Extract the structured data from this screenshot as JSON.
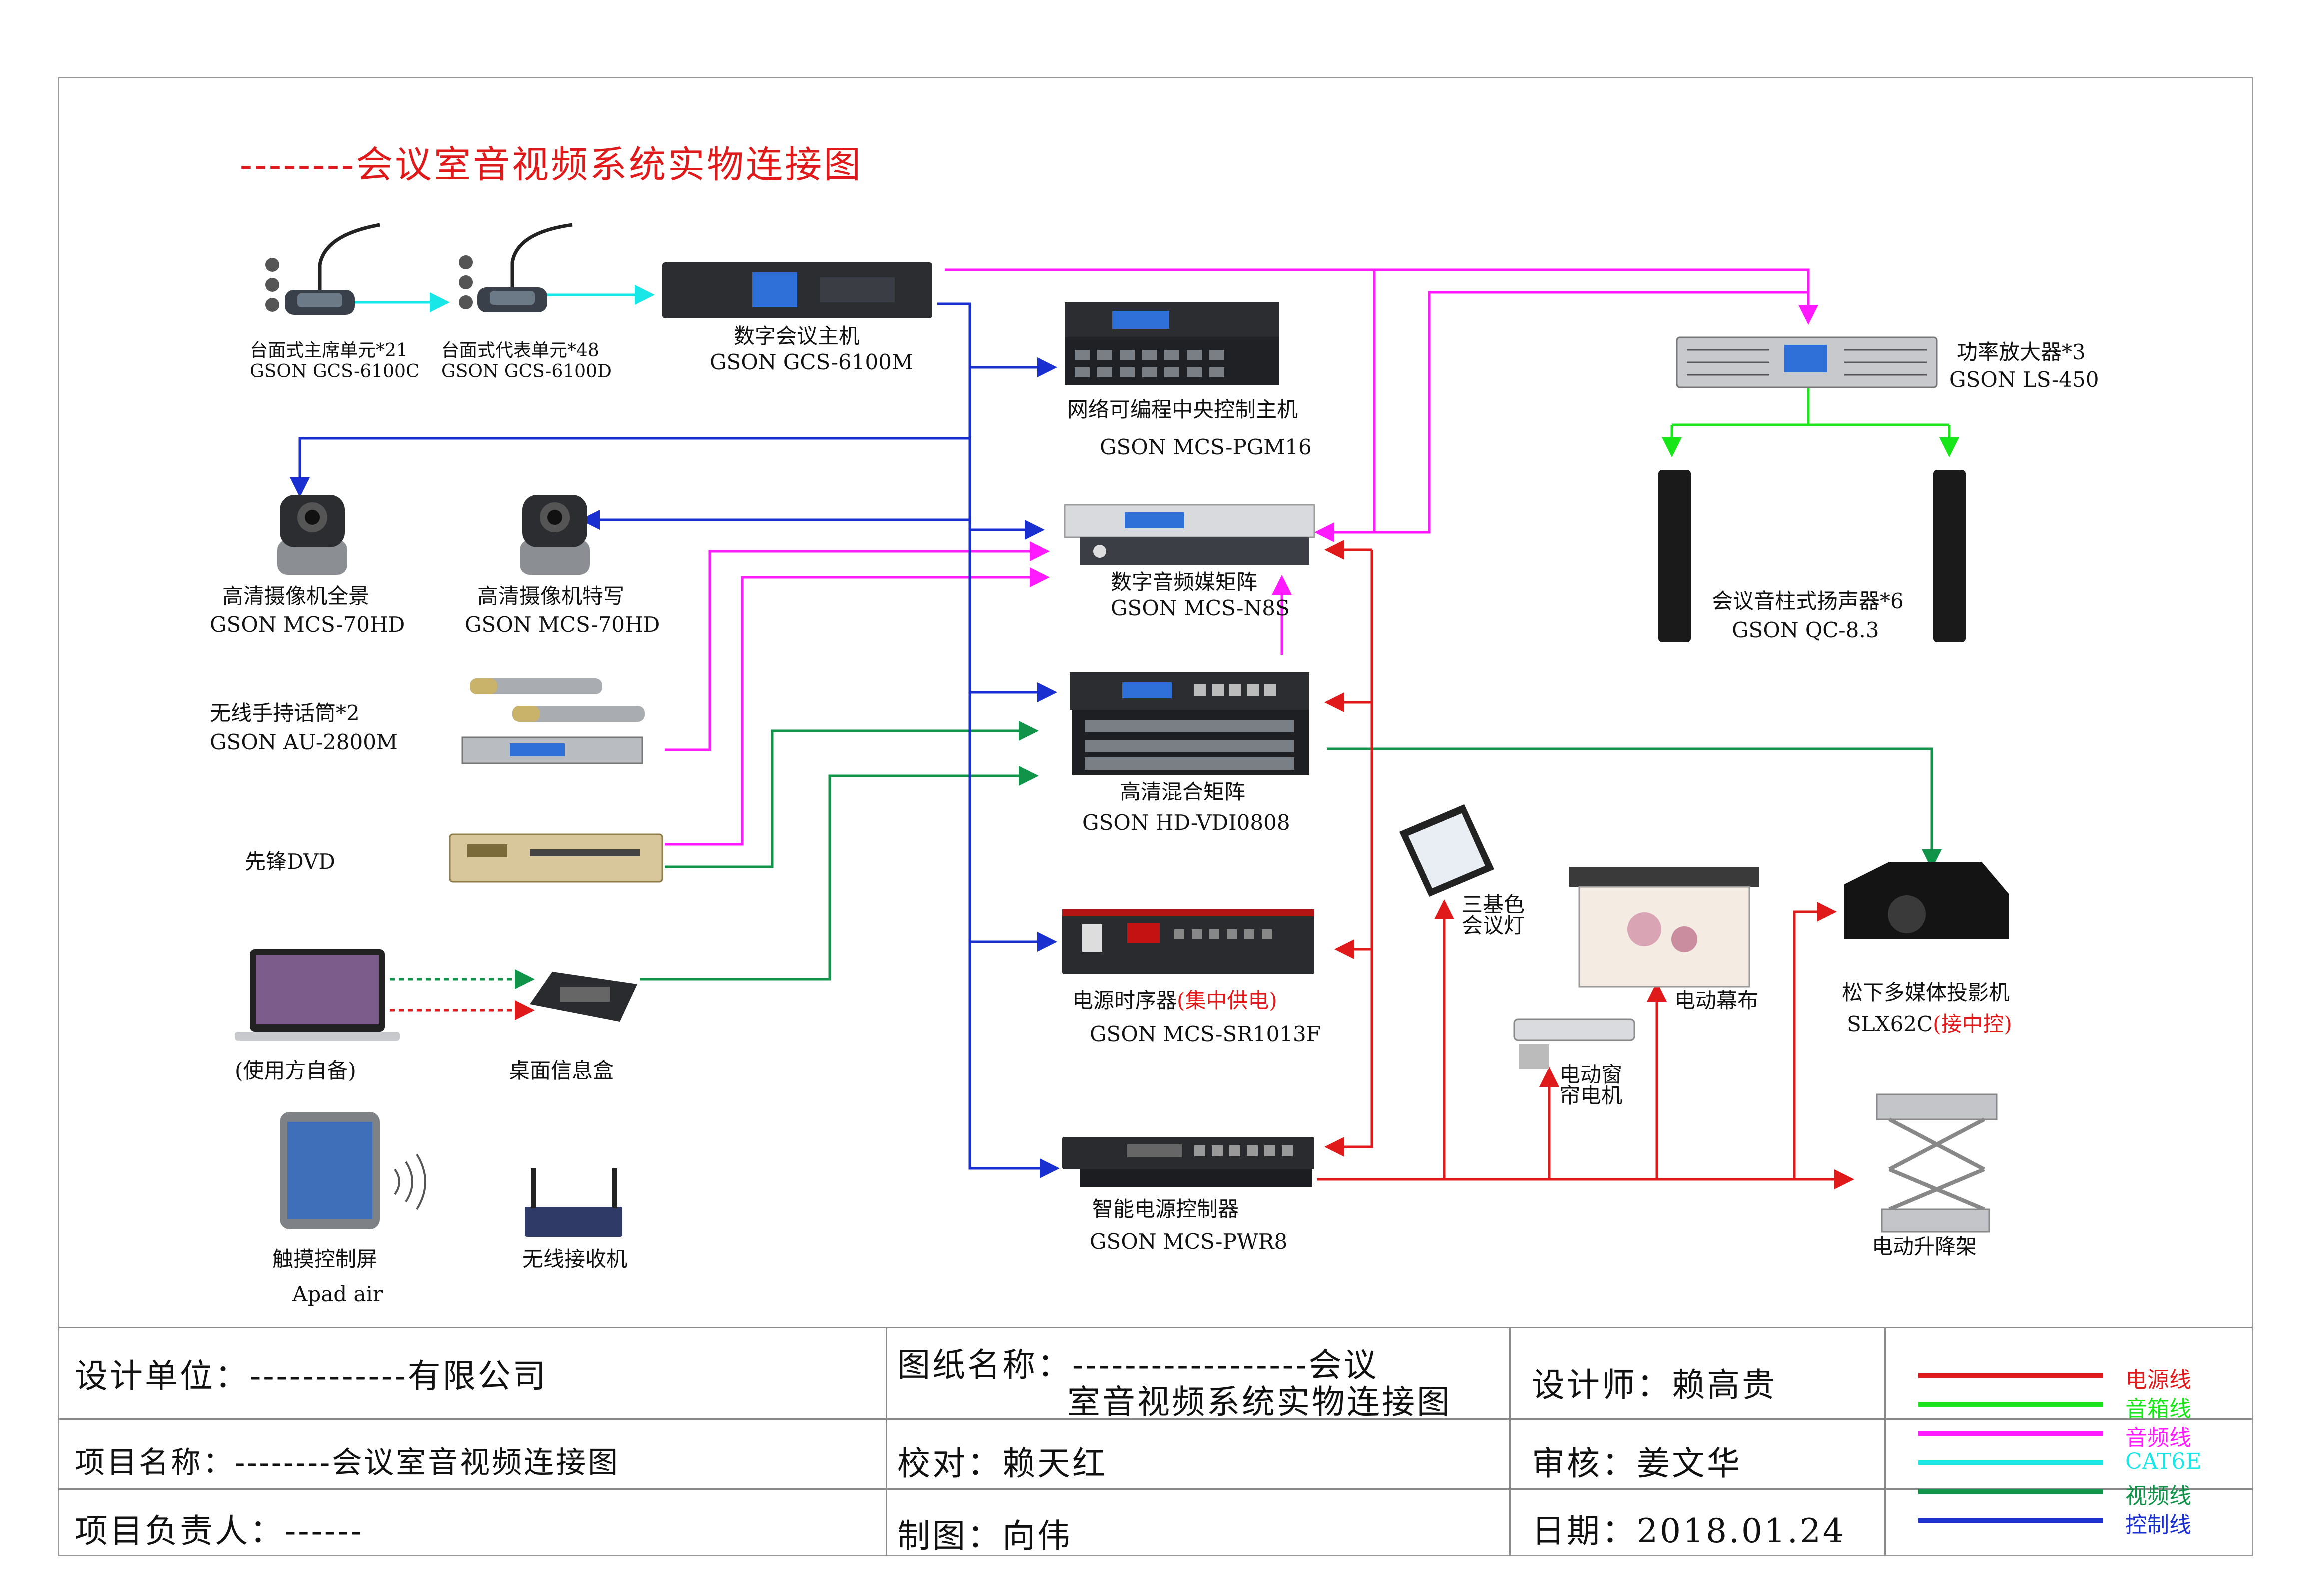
{
  "title": "--------会议室音视频系统实物连接图",
  "colors": {
    "power": "#e01a1a",
    "speaker": "#19e619",
    "audio": "#ff1aff",
    "cat6e": "#19e6e6",
    "video": "#11944a",
    "control": "#1a2fcf"
  },
  "devices": {
    "chair_unit": {
      "name": "台面式主席单元*21",
      "model": "GSON  GCS-6100C"
    },
    "delegate_unit": {
      "name": "台面式代表单元*48",
      "model": "GSON  GCS-6100D"
    },
    "conference_host": {
      "name": "数字会议主机",
      "model": "GSON  GCS-6100M"
    },
    "central_control": {
      "name": "网络可编程中央控制主机",
      "model": "GSON  MCS-PGM16"
    },
    "audio_matrix": {
      "name": "数字音频媒矩阵",
      "model": "GSON  MCS-N8S"
    },
    "hd_matrix": {
      "name": "高清混合矩阵",
      "model": "GSON  HD-VDI0808"
    },
    "power_sequencer": {
      "name": "电源时序器",
      "name_note": "(集中供电)",
      "model": "GSON  MCS-SR1013F"
    },
    "smart_power": {
      "name": "智能电源控制器",
      "model": "GSON  MCS-PWR8"
    },
    "amplifier": {
      "name": "功率放大器*3",
      "model": "GSON  LS-450"
    },
    "column_speaker": {
      "name": "会议音柱式扬声器*6",
      "model": "GSON  QC-8.3"
    },
    "camera_full": {
      "name": "高清摄像机全景",
      "model": "GSON  MCS-70HD"
    },
    "camera_close": {
      "name": "高清摄像机特写",
      "model": "GSON  MCS-70HD"
    },
    "wireless_mic": {
      "name": "无线手持话筒*2",
      "model": "GSON  AU-2800M"
    },
    "dvd": {
      "name": "先锋DVD"
    },
    "laptop": {
      "name": "(使用方自备)"
    },
    "desktop_box": {
      "name": "桌面信息盒"
    },
    "touch_panel": {
      "name": "触摸控制屏",
      "model": "Apad air"
    },
    "wireless_receiver": {
      "name": "无线接收机"
    },
    "tri_light": {
      "name": "三基色\n会议灯"
    },
    "screen": {
      "name": "电动幕布"
    },
    "curtain_motor": {
      "name": "电动窗\n帘电机"
    },
    "projector": {
      "name": "松下多媒体投影机",
      "model": "SLX62C",
      "model_note": "(接中控)"
    },
    "lift": {
      "name": "电动升降架"
    }
  },
  "title_block": {
    "design_unit": "设计单位：------------有限公司",
    "drawing_name_1": "图纸名称：------------------会议",
    "drawing_name_2": "室音视频系统实物连接图",
    "designer": "设计师：赖高贵",
    "project_name": "项目名称：--------会议室音视频连接图",
    "checker": "校对：赖天红",
    "reviewer": "审核：姜文华",
    "project_lead": "项目负责人：------",
    "drafter": "制图：向伟",
    "date": "日期：2018.01.24"
  },
  "legend": [
    {
      "label": "电源线",
      "color": "#e01a1a"
    },
    {
      "label": "音箱线",
      "color": "#19e619"
    },
    {
      "label": "音频线",
      "color": "#ff1aff"
    },
    {
      "label": "CAT6E",
      "color": "#19e6e6"
    },
    {
      "label": "视频线",
      "color": "#11944a"
    },
    {
      "label": "控制线",
      "color": "#1a2fcf"
    }
  ]
}
